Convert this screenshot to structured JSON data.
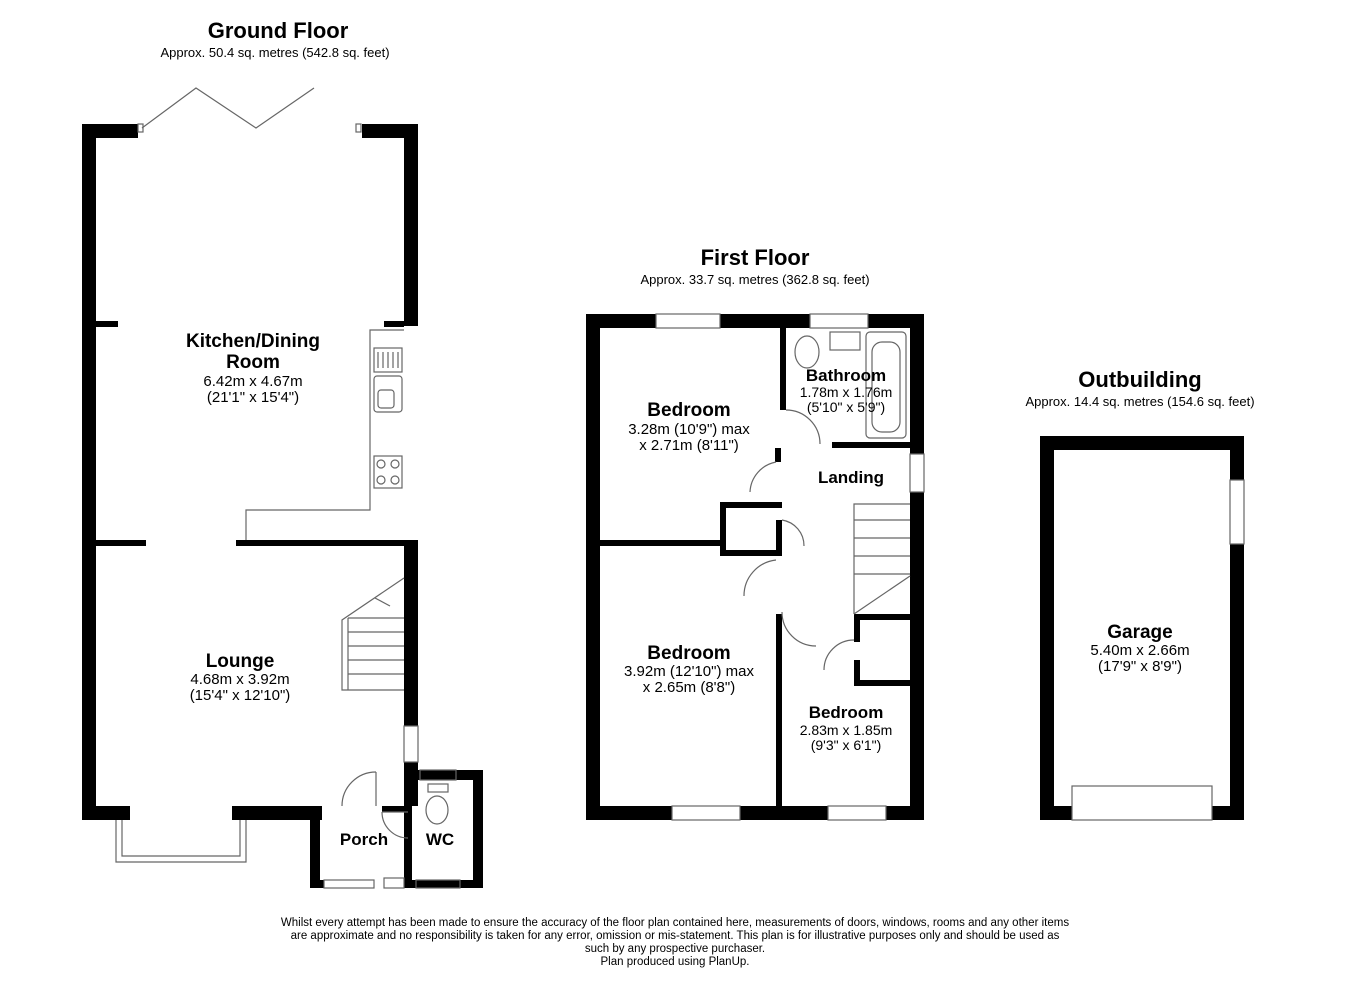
{
  "ground_floor": {
    "title": "Ground Floor",
    "area": "Approx. 50.4 sq. metres (542.8 sq. feet)",
    "rooms": {
      "kitchen": {
        "name_line1": "Kitchen/Dining",
        "name_line2": "Room",
        "dim_m": "6.42m x 4.67m",
        "dim_ft": "(21'1\" x 15'4\")"
      },
      "lounge": {
        "name": "Lounge",
        "dim_m": "4.68m x 3.92m",
        "dim_ft": "(15'4\" x 12'10\")"
      },
      "porch": {
        "name": "Porch"
      },
      "wc": {
        "name": "WC"
      }
    }
  },
  "first_floor": {
    "title": "First Floor",
    "area": "Approx. 33.7 sq. metres (362.8 sq. feet)",
    "rooms": {
      "bedroom1": {
        "name": "Bedroom",
        "dim_line1": "3.28m (10'9\") max",
        "dim_line2": "x 2.71m (8'11\")"
      },
      "bathroom": {
        "name": "Bathroom",
        "dim_m": "1.78m x 1.76m",
        "dim_ft": "(5'10\" x 5'9\")"
      },
      "landing": {
        "name": "Landing"
      },
      "bedroom2": {
        "name": "Bedroom",
        "dim_line1": "3.92m (12'10\") max",
        "dim_line2": "x 2.65m (8'8\")"
      },
      "bedroom3": {
        "name": "Bedroom",
        "dim_m": "2.83m x 1.85m",
        "dim_ft": "(9'3\" x 6'1\")"
      }
    }
  },
  "outbuilding": {
    "title": "Outbuilding",
    "area": "Approx. 14.4 sq. metres (154.6 sq. feet)",
    "rooms": {
      "garage": {
        "name": "Garage",
        "dim_m": "5.40m x 2.66m",
        "dim_ft": "(17'9\" x 8'9\")"
      }
    }
  },
  "disclaimer": {
    "line1": "Whilst every attempt has been made to ensure the accuracy of the floor plan contained here, measurements of doors, windows, rooms and any other items",
    "line2": "are approximate and no responsibility is taken for any error, omission or mis-statement. This plan is for illustrative purposes only and should be used as",
    "line3": "such by any prospective purchaser.",
    "line4": "Plan produced using PlanUp."
  },
  "colors": {
    "wall": "#000000",
    "fixture": "#666666",
    "background": "#ffffff"
  }
}
